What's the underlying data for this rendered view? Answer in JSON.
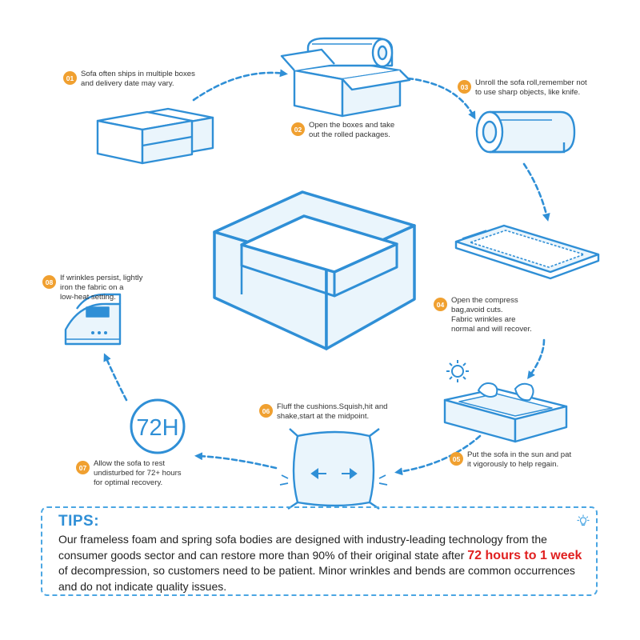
{
  "colors": {
    "accent": "#2f8fd6",
    "line": "#4aa6e3",
    "badge": "#f0a030",
    "fill": "#eaf5fc",
    "highlight": "#e02020"
  },
  "steps": [
    {
      "num": "01",
      "text": "Sofa often ships in multiple boxes\nand delivery date may vary.",
      "icon": "stacked-boxes-icon"
    },
    {
      "num": "02",
      "text": "Open the boxes and take\nout the rolled packages.",
      "icon": "open-box-roll-icon"
    },
    {
      "num": "03",
      "text": "Unroll the sofa roll,remember not\nto use sharp objects, like knife.",
      "icon": "roll-icon"
    },
    {
      "num": "04",
      "text": "Open the compress\nbag,avoid cuts.\nFabric wrinkles are\nnormal and will recover.",
      "icon": "compress-bag-icon"
    },
    {
      "num": "05",
      "text": "Put the sofa in the sun and pat\nit vigorously to help regain.",
      "icon": "sofa-sun-hands-icon"
    },
    {
      "num": "06",
      "text": "Fluff the cushions.Squish,hit and\nshake,start at the midpoint.",
      "icon": "cushion-icon"
    },
    {
      "num": "07",
      "text": "Allow the sofa to rest\nundisturbed for 72+ hours\nfor optimal recovery.",
      "icon": "timer-72h-icon"
    },
    {
      "num": "08",
      "text": "If wrinkles persist, lightly\niron the fabric on a\nlow-heat setting.",
      "icon": "iron-icon"
    }
  ],
  "timer_label": "72H",
  "center_icon": "sofa-icon",
  "tips": {
    "title": "TIPS:",
    "text_before": "Our frameless foam and spring sofa bodies are designed with industry-leading technology from the consumer goods sector and can restore more than 90% of their original state after ",
    "highlight": "72 hours to 1 week",
    "text_after": " of decompression, so customers need to be patient. Minor wrinkles and bends are common occurrences and do not indicate quality issues.",
    "icon": "lightbulb-icon"
  }
}
